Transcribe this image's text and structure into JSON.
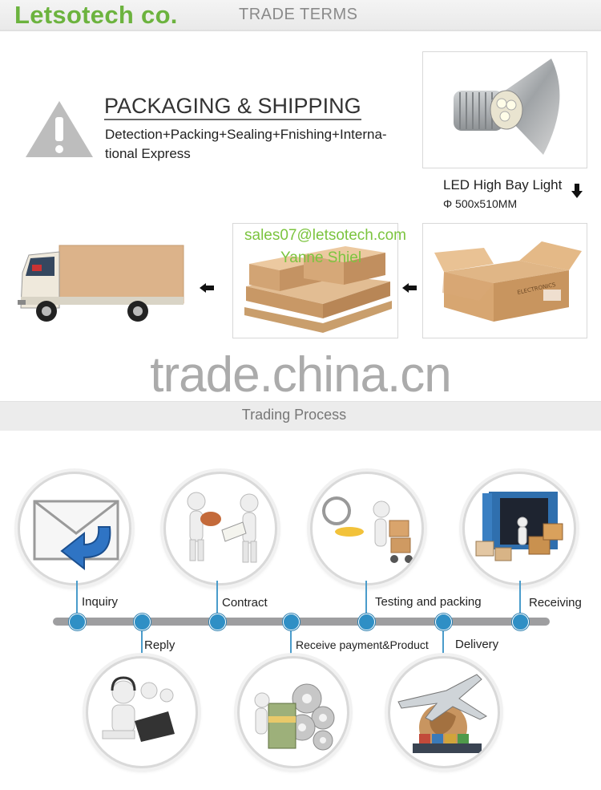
{
  "header": {
    "brand": "Letsotech co.",
    "section": "TRADE TERMS"
  },
  "packaging": {
    "title": "PACKAGING & SHIPPING",
    "description": "Detection+Packing+Sealing+Fnishing+Interna-tional Express",
    "product_name": "LED High Bay Light",
    "product_size": "Φ 500x510MM",
    "overlay_email": "sales07@letsotech.com",
    "overlay_contact": "Yanne Shiel"
  },
  "watermark": "trade.china.cn",
  "process": {
    "title": "Trading Process",
    "steps_top": [
      "Inquiry",
      "Contract",
      "Testing and packing",
      "Receiving"
    ],
    "steps_bottom": [
      "Reply",
      "Receive payment&Product",
      "Delivery"
    ]
  },
  "icons": {
    "warning": "warning-icon",
    "arrow": "arrow-left-icon",
    "arrow_down": "arrow-down-icon"
  },
  "colors": {
    "brand": "#6cb33e",
    "accent_blue": "#2f8fc5",
    "overlay_text": "#7cc43f",
    "timeline": "#9e9ea0"
  }
}
